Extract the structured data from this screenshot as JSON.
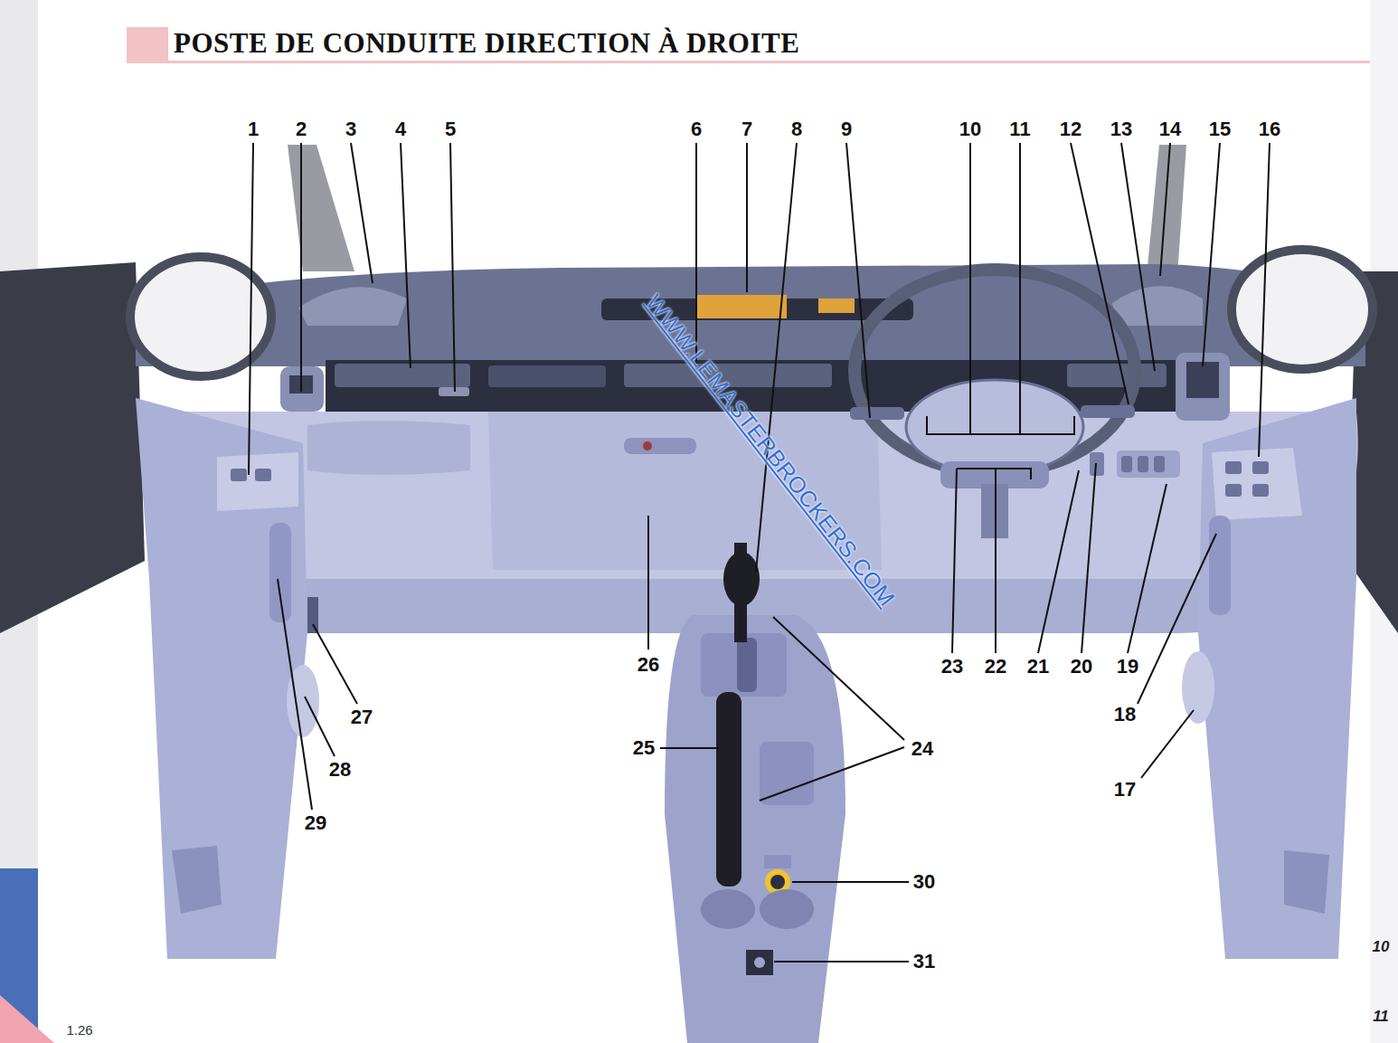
{
  "diagram": {
    "title": "POSTE DE CONDUITE DIRECTION À DROITE",
    "labels": [
      "1",
      "2",
      "3",
      "4",
      "5",
      "6",
      "7",
      "8",
      "9",
      "10",
      "11",
      "12",
      "13",
      "14",
      "15",
      "16",
      "17",
      "18",
      "19",
      "20",
      "21",
      "22",
      "23",
      "24",
      "25",
      "26",
      "27",
      "28",
      "29",
      "30",
      "31",
      "WWW.LEMASTERBROCKERS.COM",
      "1.26",
      "10",
      "11"
    ]
  }
}
